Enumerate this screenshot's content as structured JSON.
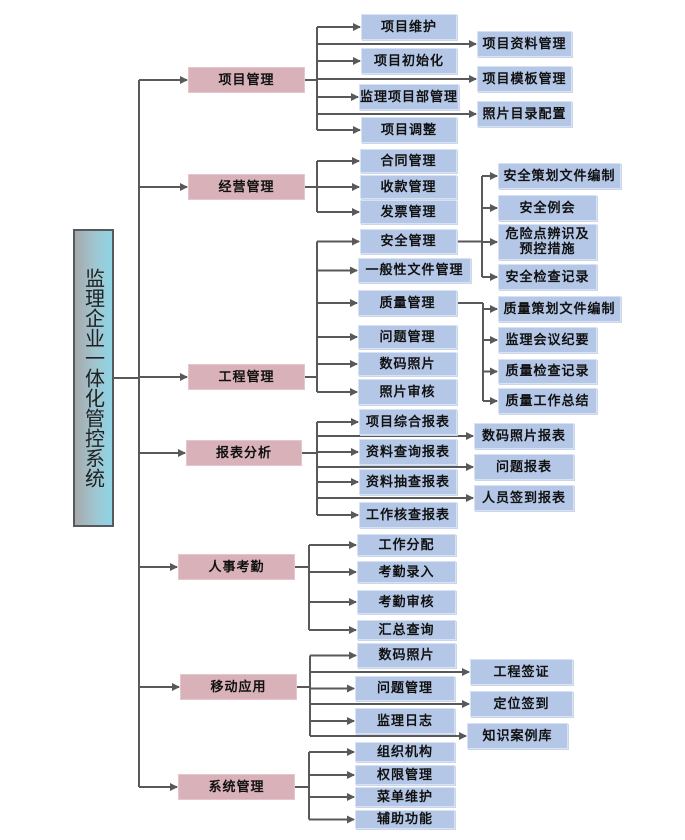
{
  "title": "监理企业一体化管控系统",
  "colors": {
    "module_fill": "#d9b1b9",
    "function_fill": "#b4c7e7",
    "connector": "#595959"
  },
  "root": {
    "label": "监理企业一体化管控系统"
  },
  "modules": [
    {
      "label": "项目管理",
      "children": [
        {
          "label": "项目维护"
        },
        {
          "label": "项目资料管理"
        },
        {
          "label": "项目初始化"
        },
        {
          "label": "项目模板管理"
        },
        {
          "label": "监理项目部管理"
        },
        {
          "label": "照片目录配置"
        },
        {
          "label": "项目调整"
        }
      ]
    },
    {
      "label": "经营管理",
      "children": [
        {
          "label": "合同管理"
        },
        {
          "label": "收款管理"
        },
        {
          "label": "发票管理"
        }
      ]
    },
    {
      "label": "工程管理",
      "children": [
        {
          "label": "安全管理",
          "children": [
            {
              "label": "安全策划文件编制"
            },
            {
              "label": "安全例会"
            },
            {
              "label": "危险点辨识及\n预控措施"
            },
            {
              "label": "安全检查记录"
            }
          ]
        },
        {
          "label": "一般性文件管理"
        },
        {
          "label": "质量管理",
          "children": [
            {
              "label": "质量策划文件编制"
            },
            {
              "label": "监理会议纪要"
            },
            {
              "label": "质量检查记录"
            },
            {
              "label": "质量工作总结"
            }
          ]
        },
        {
          "label": "问题管理"
        },
        {
          "label": "数码照片"
        },
        {
          "label": "照片审核"
        }
      ]
    },
    {
      "label": "报表分析",
      "children": [
        {
          "label": "项目综合报表"
        },
        {
          "label": "数码照片报表"
        },
        {
          "label": "资料查询报表"
        },
        {
          "label": "问题报表"
        },
        {
          "label": "资料抽查报表"
        },
        {
          "label": "人员签到报表"
        },
        {
          "label": "工作核查报表"
        }
      ]
    },
    {
      "label": "人事考勤",
      "children": [
        {
          "label": "工作分配"
        },
        {
          "label": "考勤录入"
        },
        {
          "label": "考勤审核"
        },
        {
          "label": "汇总查询"
        }
      ]
    },
    {
      "label": "移动应用",
      "children": [
        {
          "label": "数码照片"
        },
        {
          "label": "工程签证"
        },
        {
          "label": "问题管理"
        },
        {
          "label": "定位签到"
        },
        {
          "label": "监理日志"
        },
        {
          "label": "知识案例库"
        }
      ]
    },
    {
      "label": "系统管理",
      "children": [
        {
          "label": "组织机构"
        },
        {
          "label": "权限管理"
        },
        {
          "label": "菜单维护"
        },
        {
          "label": "辅助功能"
        }
      ]
    }
  ]
}
